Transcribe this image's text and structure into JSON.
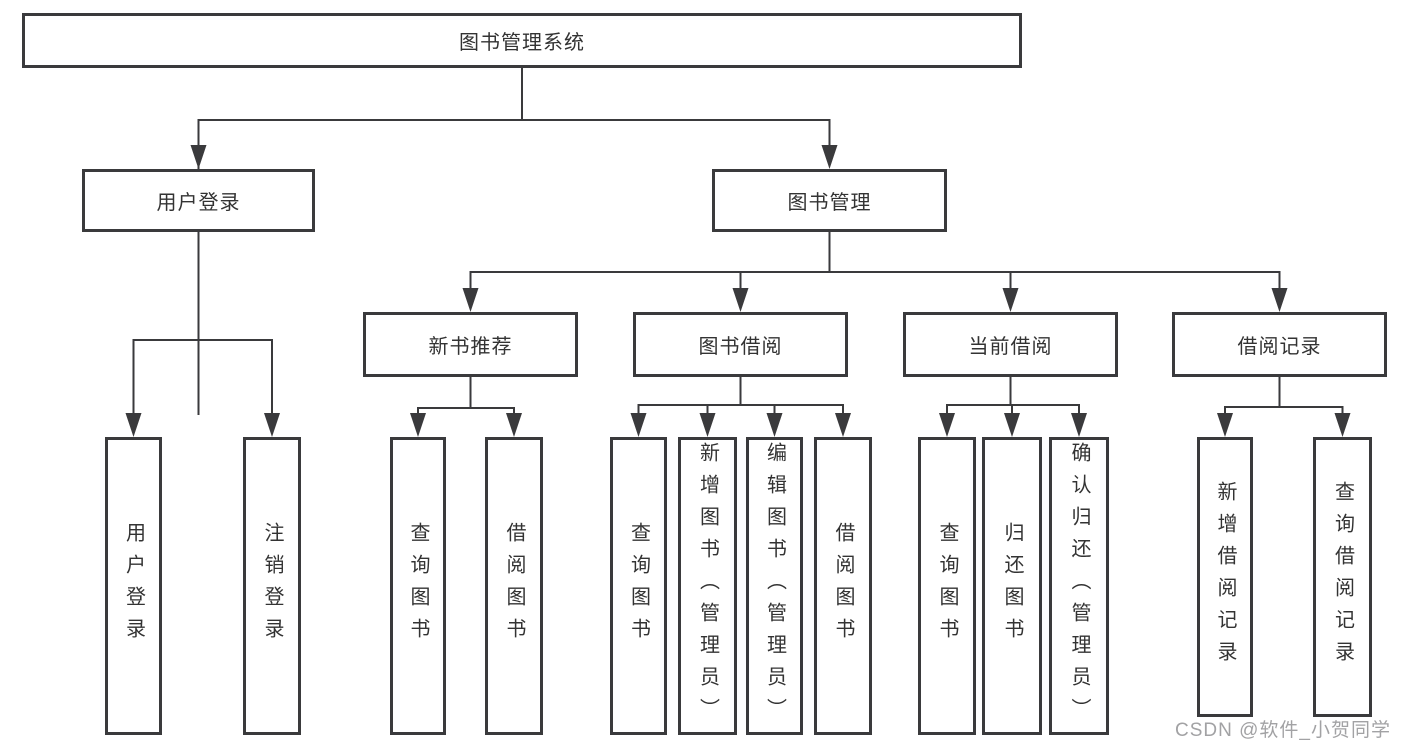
{
  "diagram": {
    "type": "hierarchy-tree",
    "colors": {
      "line": "#3a3a3c",
      "box_border": "#3a3a3c",
      "text": "#333333",
      "background": "#ffffff",
      "watermark_text_color": "#a2a2a4"
    },
    "tree": {
      "label": "图书管理系统",
      "children": [
        {
          "label": "用户登录",
          "children": [
            {
              "label": "用户登录"
            },
            {
              "label": "注销登录"
            }
          ]
        },
        {
          "label": "图书管理",
          "children": [
            {
              "label": "新书推荐",
              "children": [
                {
                  "label": "查询图书"
                },
                {
                  "label": "借阅图书"
                }
              ]
            },
            {
              "label": "图书借阅",
              "children": [
                {
                  "label": "查询图书"
                },
                {
                  "label": "新增图书（管理员）"
                },
                {
                  "label": "编辑图书（管理员）"
                },
                {
                  "label": "借阅图书"
                }
              ]
            },
            {
              "label": "当前借阅",
              "children": [
                {
                  "label": "查询图书"
                },
                {
                  "label": "归还图书"
                },
                {
                  "label": "确认归还（管理员）"
                }
              ]
            },
            {
              "label": "借阅记录",
              "children": [
                {
                  "label": "新增借阅记录"
                },
                {
                  "label": "查询借阅记录"
                }
              ]
            }
          ]
        }
      ]
    },
    "watermark": {
      "text": "CSDN @软件_小贺同学"
    }
  }
}
